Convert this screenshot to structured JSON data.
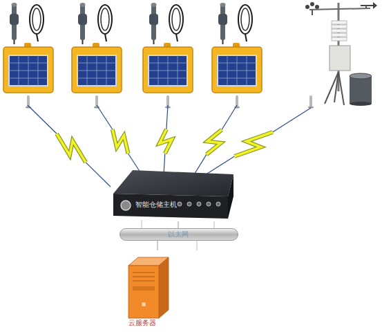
{
  "diagram": {
    "nodes": [
      {
        "text": [
          "智能仓储主机"
        ]
      },
      {
        "text": [
          "以太网"
        ]
      },
      {
        "text": [
          "云服务器"
        ]
      }
    ],
    "edges": [
      {
        "from": 0,
        "to": 1,
        "arrow": "none"
      },
      {
        "from": 1,
        "to": 2,
        "arrow": "none"
      }
    ]
  }
}
